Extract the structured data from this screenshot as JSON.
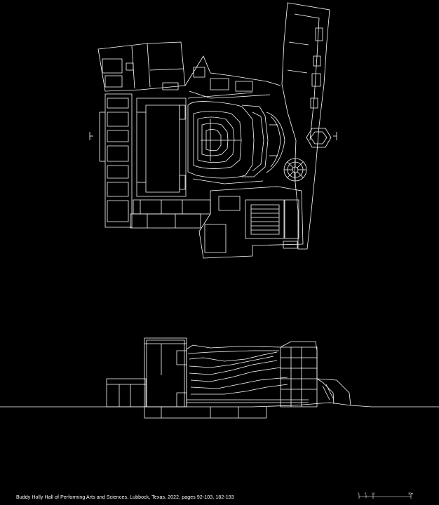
{
  "caption": "Buddy Holly Hall of Performing Arts and Sciences, Lubbock, Texas, 2022, pages 92-103, 182-193",
  "scale_bar": {
    "ticks": [
      "0",
      "5",
      "10",
      "30"
    ],
    "unit": "m"
  },
  "colors": {
    "background": "#000000",
    "linework": "#ffffff"
  }
}
